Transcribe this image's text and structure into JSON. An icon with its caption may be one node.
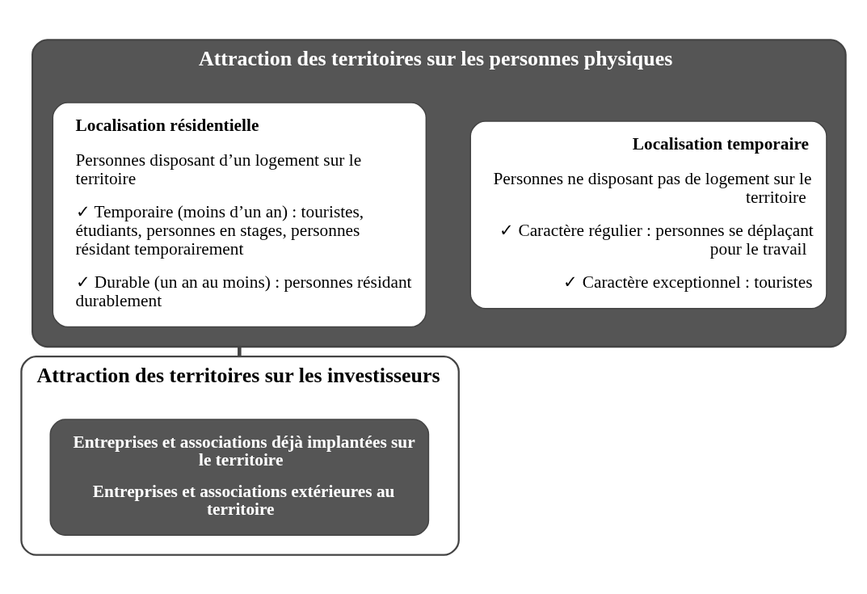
{
  "diagram": {
    "nodes": [
      {
        "text": [
          "Attraction des territoires sur les personnes physiques"
        ]
      },
      {
        "text": [
          "Localisation résidentielle",
          "Personnes disposant d’un logement sur le territoire",
          "✓ Temporaire (moins d’un an) : touristes, étudiants, personnes en stages, personnes résidant temporairement",
          "✓ Durable (un an au moins) : personnes résidant durablement"
        ],
        "in": 0
      },
      {
        "text": [
          "Localisation temporaire",
          "Personnes ne disposant pas de logement sur le territoire",
          "✓ Caractère régulier : personnes se déplaçant pour le travail",
          "✓ Caractère exceptionnel : touristes"
        ],
        "in": 0
      },
      {
        "text": [
          "Attraction des territoires sur les investisseurs"
        ]
      },
      {
        "text": [
          "Entreprises et associations déjà implantées sur le territoire",
          "Entreprises et associations extérieures au territoire"
        ],
        "in": 3
      }
    ],
    "edges": [
      {
        "from": 0,
        "to": 3,
        "arrow": "none"
      }
    ]
  }
}
